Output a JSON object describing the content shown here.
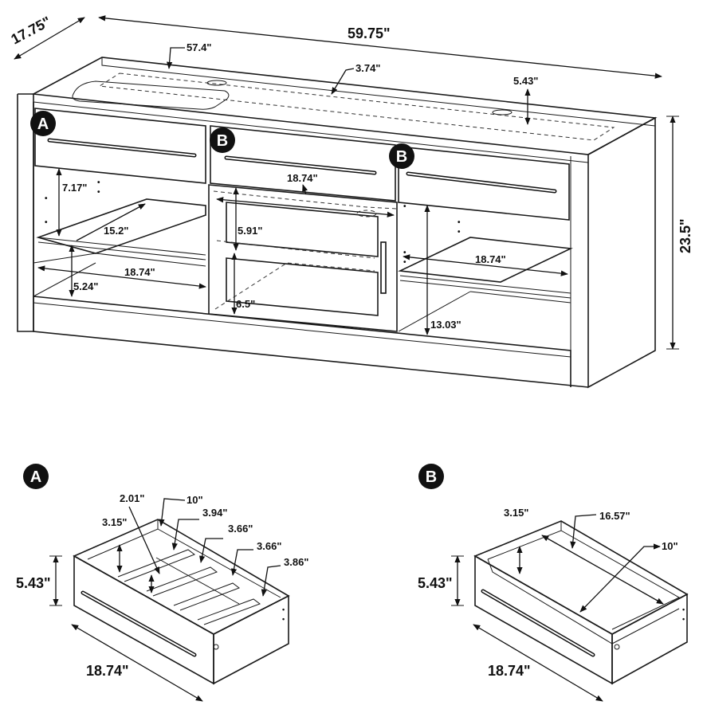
{
  "main_unit": {
    "width": "59.75\"",
    "depth": "17.75\"",
    "height": "23.5\"",
    "top_cutout_width": "57.4\"",
    "top_gap": "3.74\"",
    "top_rear_height": "5.43\"",
    "door_inner_width": "18.74\"",
    "left_shelf_height": "7.17\"",
    "left_shelf_depth": "15.2\"",
    "left_bottom_width": "18.74\"",
    "left_bottom_height": "5.24\"",
    "door_upper_opening": "5.91\"",
    "door_lower_opening": "6.5\"",
    "right_shelf_width": "18.74\"",
    "right_opening_height": "13.03\"",
    "badges": [
      "A",
      "B",
      "B"
    ]
  },
  "drawer_a": {
    "badge": "A",
    "height": "5.43\"",
    "width": "18.74\"",
    "inner_height": "3.15\"",
    "divider_height": "2.01\"",
    "inner_depth": "10\"",
    "compartments": [
      "3.94\"",
      "3.66\"",
      "3.66\"",
      "3.86\""
    ]
  },
  "drawer_b": {
    "badge": "B",
    "height": "5.43\"",
    "width": "18.74\"",
    "inner_height": "3.15\"",
    "inner_width": "16.57\"",
    "inner_depth": "10\""
  }
}
